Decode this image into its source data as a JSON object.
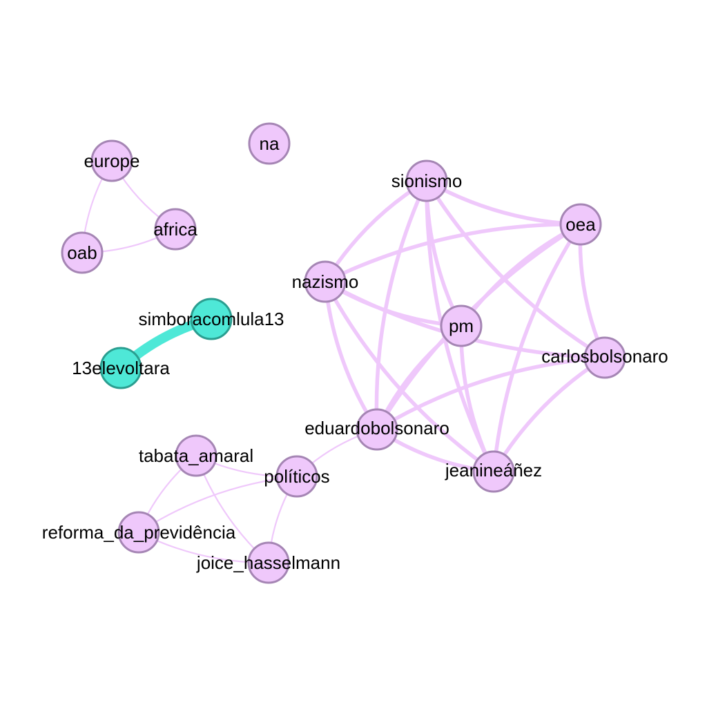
{
  "colors": {
    "background": "#ffffff",
    "default_node_fill": "#efc8fb",
    "default_node_stroke": "#a585b4",
    "default_edge": "#efc8fb",
    "highlight_node_fill": "#4ee8d7",
    "highlight_node_stroke": "#2a9e90",
    "highlight_edge": "#4ee8d7"
  },
  "nodes": [
    {
      "id": "na",
      "label": "na",
      "group": "default"
    },
    {
      "id": "europe",
      "label": "europe",
      "group": "default"
    },
    {
      "id": "africa",
      "label": "africa",
      "group": "default"
    },
    {
      "id": "oab",
      "label": "oab",
      "group": "default"
    },
    {
      "id": "simboracomlula13",
      "label": "simboracomlula13",
      "group": "highlight"
    },
    {
      "id": "13elevoltara",
      "label": "13elevoltara",
      "group": "highlight"
    },
    {
      "id": "sionismo",
      "label": "sionismo",
      "group": "default"
    },
    {
      "id": "oea",
      "label": "oea",
      "group": "default"
    },
    {
      "id": "nazismo",
      "label": "nazismo",
      "group": "default"
    },
    {
      "id": "pm",
      "label": "pm",
      "group": "default"
    },
    {
      "id": "carlosbolsonaro",
      "label": "carlosbolsonaro",
      "group": "default"
    },
    {
      "id": "eduardobolsonaro",
      "label": "eduardobolsonaro",
      "group": "default"
    },
    {
      "id": "jeanineanez",
      "label": "jeanineáñez",
      "group": "default"
    },
    {
      "id": "tabata_amaral",
      "label": "tabata_amaral",
      "group": "default"
    },
    {
      "id": "politicos",
      "label": "políticos",
      "group": "default"
    },
    {
      "id": "reforma_da_previdencia",
      "label": "reforma_da_previdência",
      "group": "default"
    },
    {
      "id": "joice_hasselmann",
      "label": "joice_hasselmann",
      "group": "default"
    }
  ],
  "edges": [
    {
      "source": "europe",
      "target": "africa",
      "weight": 1
    },
    {
      "source": "europe",
      "target": "oab",
      "weight": 1
    },
    {
      "source": "oab",
      "target": "africa",
      "weight": 1
    },
    {
      "source": "simboracomlula13",
      "target": "13elevoltara",
      "weight": 5
    },
    {
      "source": "sionismo",
      "target": "oea",
      "weight": 2
    },
    {
      "source": "sionismo",
      "target": "nazismo",
      "weight": 2
    },
    {
      "source": "sionismo",
      "target": "pm",
      "weight": 2
    },
    {
      "source": "sionismo",
      "target": "carlosbolsonaro",
      "weight": 2
    },
    {
      "source": "sionismo",
      "target": "eduardobolsonaro",
      "weight": 2
    },
    {
      "source": "sionismo",
      "target": "jeanineanez",
      "weight": 2
    },
    {
      "source": "oea",
      "target": "nazismo",
      "weight": 2
    },
    {
      "source": "oea",
      "target": "pm",
      "weight": 2
    },
    {
      "source": "oea",
      "target": "carlosbolsonaro",
      "weight": 2
    },
    {
      "source": "oea",
      "target": "eduardobolsonaro",
      "weight": 2
    },
    {
      "source": "oea",
      "target": "jeanineanez",
      "weight": 2
    },
    {
      "source": "nazismo",
      "target": "pm",
      "weight": 2
    },
    {
      "source": "nazismo",
      "target": "carlosbolsonaro",
      "weight": 2
    },
    {
      "source": "nazismo",
      "target": "eduardobolsonaro",
      "weight": 2
    },
    {
      "source": "nazismo",
      "target": "jeanineanez",
      "weight": 2
    },
    {
      "source": "pm",
      "target": "eduardobolsonaro",
      "weight": 2
    },
    {
      "source": "pm",
      "target": "jeanineanez",
      "weight": 2
    },
    {
      "source": "carlosbolsonaro",
      "target": "eduardobolsonaro",
      "weight": 2
    },
    {
      "source": "carlosbolsonaro",
      "target": "jeanineanez",
      "weight": 2
    },
    {
      "source": "eduardobolsonaro",
      "target": "jeanineanez",
      "weight": 2
    },
    {
      "source": "eduardobolsonaro",
      "target": "politicos",
      "weight": 1
    },
    {
      "source": "tabata_amaral",
      "target": "politicos",
      "weight": 1
    },
    {
      "source": "tabata_amaral",
      "target": "reforma_da_previdencia",
      "weight": 1
    },
    {
      "source": "tabata_amaral",
      "target": "joice_hasselmann",
      "weight": 1
    },
    {
      "source": "politicos",
      "target": "reforma_da_previdencia",
      "weight": 1
    },
    {
      "source": "politicos",
      "target": "joice_hasselmann",
      "weight": 1
    },
    {
      "source": "reforma_da_previdencia",
      "target": "joice_hasselmann",
      "weight": 1
    }
  ]
}
